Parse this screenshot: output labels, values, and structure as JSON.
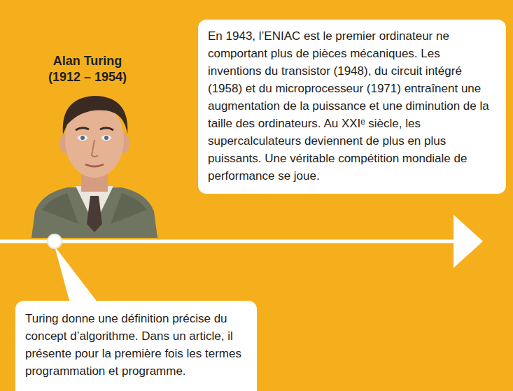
{
  "diagram": {
    "nodes": [
      {
        "text": [
          "En 1943, l’ENIAC est le premier ordinateur ne comportant plus de pièces mécaniques. Les inventions du transistor (1948), du circuit intégré (1958) et du microprocesseur (1971) entraînent une augmentation de la puissance et une diminution de la taille des ordinateurs. Au XXIᵉ siècle, les supercalculateurs deviennent de plus en plus puissants. Une véritable compétition mondiale de performance se joue."
        ]
      },
      {
        "text": [
          "Turing donne une définition précise du concept d’algorithme. Dans un article, il présente pour la première fois les termes programmation et programme."
        ]
      }
    ],
    "labels": [
      "Alan Turing (1912 – 1954)"
    ]
  }
}
